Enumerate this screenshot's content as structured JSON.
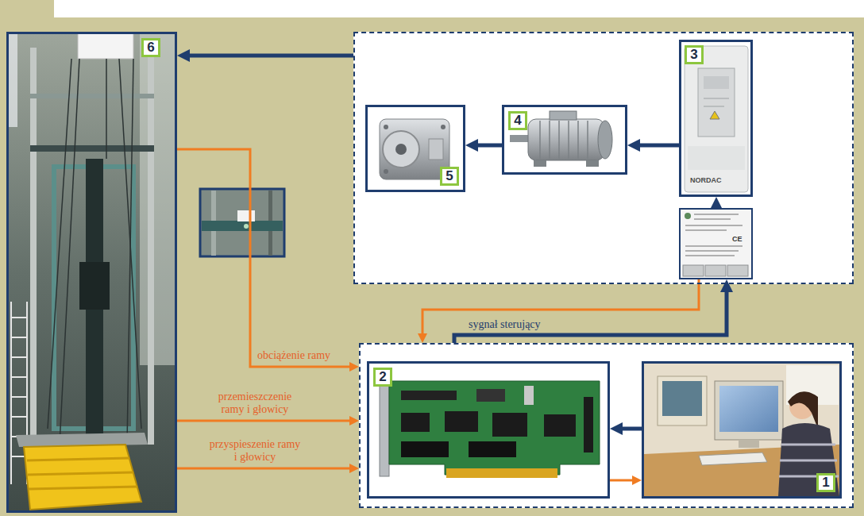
{
  "diagram": {
    "nodes": [
      {
        "text": [
          "6"
        ]
      },
      {
        "text": []
      },
      {
        "text": [
          "5"
        ],
        "in": 1
      },
      {
        "text": [
          "4"
        ],
        "in": 1
      },
      {
        "text": [
          "3"
        ],
        "in": 1
      },
      {
        "text": [],
        "in": 1
      },
      {
        "text": []
      },
      {
        "text": [
          "2"
        ],
        "in": 6
      },
      {
        "text": [
          "1"
        ],
        "in": 6
      }
    ],
    "edges": [
      {
        "from": 1,
        "to": 0,
        "arrow": "to"
      },
      {
        "from": 3,
        "to": 2,
        "arrow": "to"
      },
      {
        "from": 4,
        "to": 3,
        "arrow": "to"
      },
      {
        "from": 5,
        "to": 4,
        "arrow": "to"
      },
      {
        "from": 6,
        "to": 5,
        "arrow": "to",
        "label": "sygnał sterujący"
      },
      {
        "from": 5,
        "to": 6,
        "arrow": "to"
      },
      {
        "from": 0,
        "to": 6,
        "arrow": "to",
        "label": "obciążenie ramy"
      },
      {
        "from": 0,
        "to": 6,
        "arrow": "to",
        "label": "przemieszczenie ramy i głowicy"
      },
      {
        "from": 0,
        "to": 6,
        "arrow": "to",
        "label": "przyspieszenie ramy i głowicy"
      },
      {
        "from": 8,
        "to": 7,
        "arrow": "to"
      },
      {
        "from": 7,
        "to": 8,
        "arrow": "to"
      }
    ],
    "labels": [
      "NORDAC",
      "CE"
    ]
  }
}
